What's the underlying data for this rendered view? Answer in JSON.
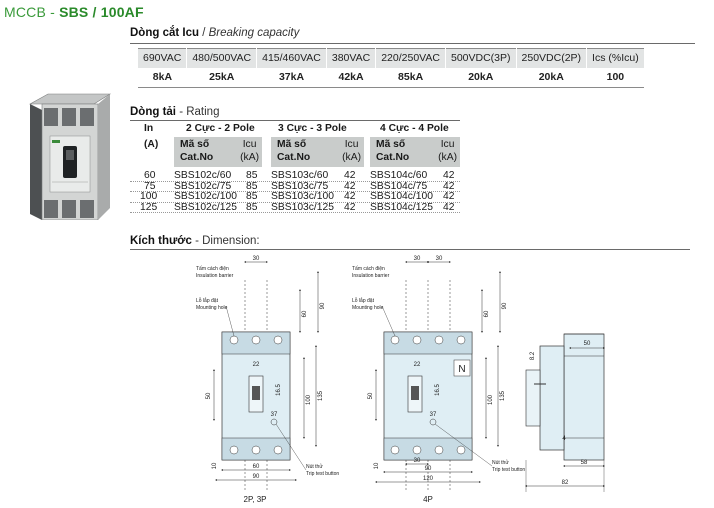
{
  "title": {
    "prefix": "MCCB - ",
    "model": "SBS / 100AF"
  },
  "breaking": {
    "title_vi": "Dòng cắt Icu",
    "sep": " / ",
    "title_en": "Breaking capacity",
    "headers": [
      "690VAC",
      "480/500VAC",
      "415/460VAC",
      "380VAC",
      "220/250VAC",
      "500VDC(3P)",
      "250VDC(2P)",
      "Ics (%Icu)"
    ],
    "values": [
      "8kA",
      "25kA",
      "37kA",
      "42kA",
      "85kA",
      "20kA",
      "20kA",
      "100"
    ]
  },
  "rating": {
    "title_vi": "Dòng tải",
    "title_en": " - Rating",
    "in_label": "In",
    "a_label": "(A)",
    "groups": [
      {
        "label": "2 Cực - 2 Pole",
        "ms1": "Mã số",
        "ms2": "Cat.No",
        "icu1": "Icu",
        "icu2": "(kA)"
      },
      {
        "label": "3 Cực -  3 Pole",
        "ms1": "Mã số",
        "ms2": "Cat.No",
        "icu1": "Icu",
        "icu2": "(kA)"
      },
      {
        "label": "4 Cực - 4 Pole",
        "ms1": "Mã số",
        "ms2": "Cat.No",
        "icu1": "Icu",
        "icu2": "(kA)"
      }
    ],
    "rows": [
      [
        "60",
        "SBS102c/60",
        "85",
        "SBS103c/60",
        "42",
        "SBS104c/60",
        "42"
      ],
      [
        "75",
        "SBS102c/75",
        "85",
        "SBS103c/75",
        "42",
        "SBS104c/75",
        "42"
      ],
      [
        "100",
        "SBS102c/100",
        "85",
        "SBS103c/100",
        "42",
        "SBS104c/100",
        "42"
      ],
      [
        "125",
        "SBS102c/125",
        "85",
        "SBS103c/125",
        "42",
        "SBS104c/125",
        "42"
      ]
    ]
  },
  "dimension": {
    "title_vi": "Kích thước",
    "title_en": " - Dimension:",
    "caption_left": "2P, 3P",
    "caption_mid": "4P",
    "insulation_vi": "Tấm cách điện",
    "insulation_en": "Insulation barrier",
    "mounting_vi": "Lỗ lắp đặt",
    "mounting_en": "Mounting hole",
    "trip_vi": "Nút thử",
    "trip_en": "Trip test button",
    "n_mark": "N",
    "dims": {
      "d30": "30",
      "d90": "90",
      "d60": "60",
      "d50": "50",
      "d135": "135",
      "d100": "100",
      "d16_5": "16.5",
      "d22": "22",
      "d37": "37",
      "d10": "10",
      "d120": "120",
      "d8_2": "8.2",
      "d4": "4",
      "d58": "58",
      "d82": "82"
    }
  },
  "colors": {
    "brand_green": "#2a8a2a",
    "header_gray": "#e2e4e4",
    "rating_header": "#c9cccb",
    "drawing_fill": "#dfeef4"
  }
}
